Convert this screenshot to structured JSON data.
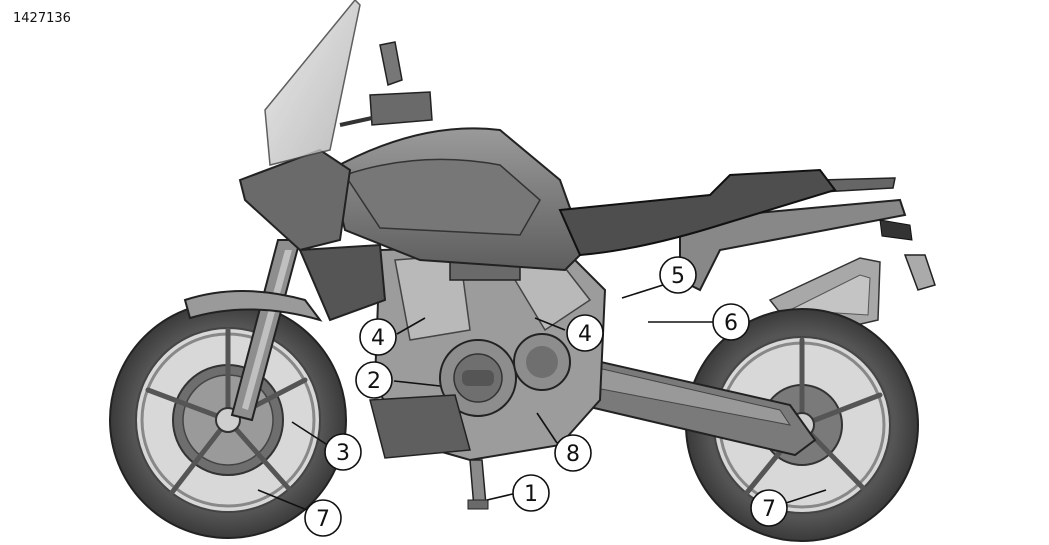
{
  "figure": {
    "id": "1427136"
  },
  "callouts": [
    {
      "label": "1"
    },
    {
      "label": "2"
    },
    {
      "label": "3"
    },
    {
      "label": "4"
    },
    {
      "label": "4"
    },
    {
      "label": "5"
    },
    {
      "label": "6"
    },
    {
      "label": "7"
    },
    {
      "label": "7"
    },
    {
      "label": "8"
    }
  ],
  "colors": {
    "line": "#111111",
    "body_dark": "#5a5a5a",
    "body_mid": "#8a8a8a",
    "body_light": "#b5b5b5",
    "tire": "#4a4a4a"
  }
}
